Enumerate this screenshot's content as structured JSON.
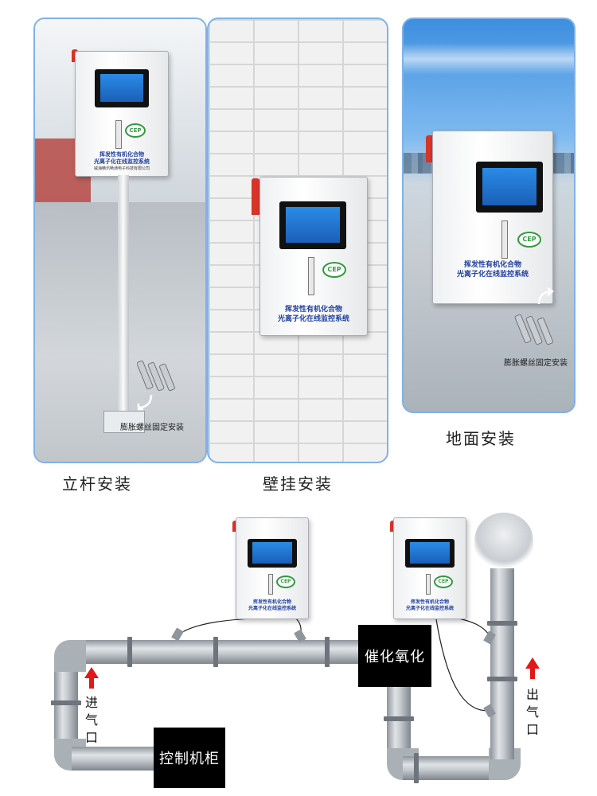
{
  "installations": {
    "pole": {
      "caption": "立杆安装",
      "note": "膨胀螺丝固定安装"
    },
    "wall": {
      "caption": "壁挂安装"
    },
    "ground": {
      "caption": "地面安装",
      "note": "膨胀螺丝固定安装"
    }
  },
  "cabinet": {
    "logo": "CEP",
    "line1": "挥发性有机化合物",
    "line2": "光离子化在线监控系统",
    "company": "威海精讯畅通电子科技有限公司"
  },
  "diagram": {
    "control_cabinet": "控制机柜",
    "catalytic_oxidation": "催化氧化",
    "inlet": "进气口",
    "outlet": "出气口"
  },
  "colors": {
    "arrow": "#e01818",
    "panel_border": "#7fb2e8",
    "logo_green": "#2f9a3c"
  }
}
